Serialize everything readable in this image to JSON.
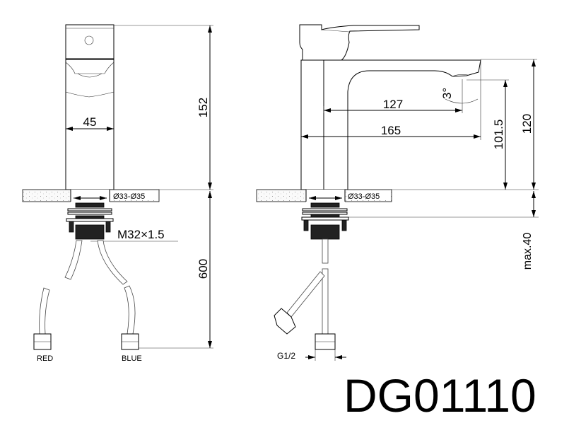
{
  "drawing": {
    "model": "DG01110",
    "front_view": {
      "height_label": "152",
      "width_label": "45",
      "hole_label": "Ø33-Ø35",
      "thread_label": "M32×1.5",
      "hose_length_label": "600",
      "hose_left_label": "RED",
      "hose_right_label": "BLUE"
    },
    "side_view": {
      "spout_reach_label": "127",
      "total_reach_label": "165",
      "angle_label": "3°",
      "outlet_height_label": "101.5",
      "spout_height_label": "120",
      "hole_label": "Ø33-Ø35",
      "max_thickness_label": "max.40",
      "connector_label": "G1/2"
    }
  }
}
